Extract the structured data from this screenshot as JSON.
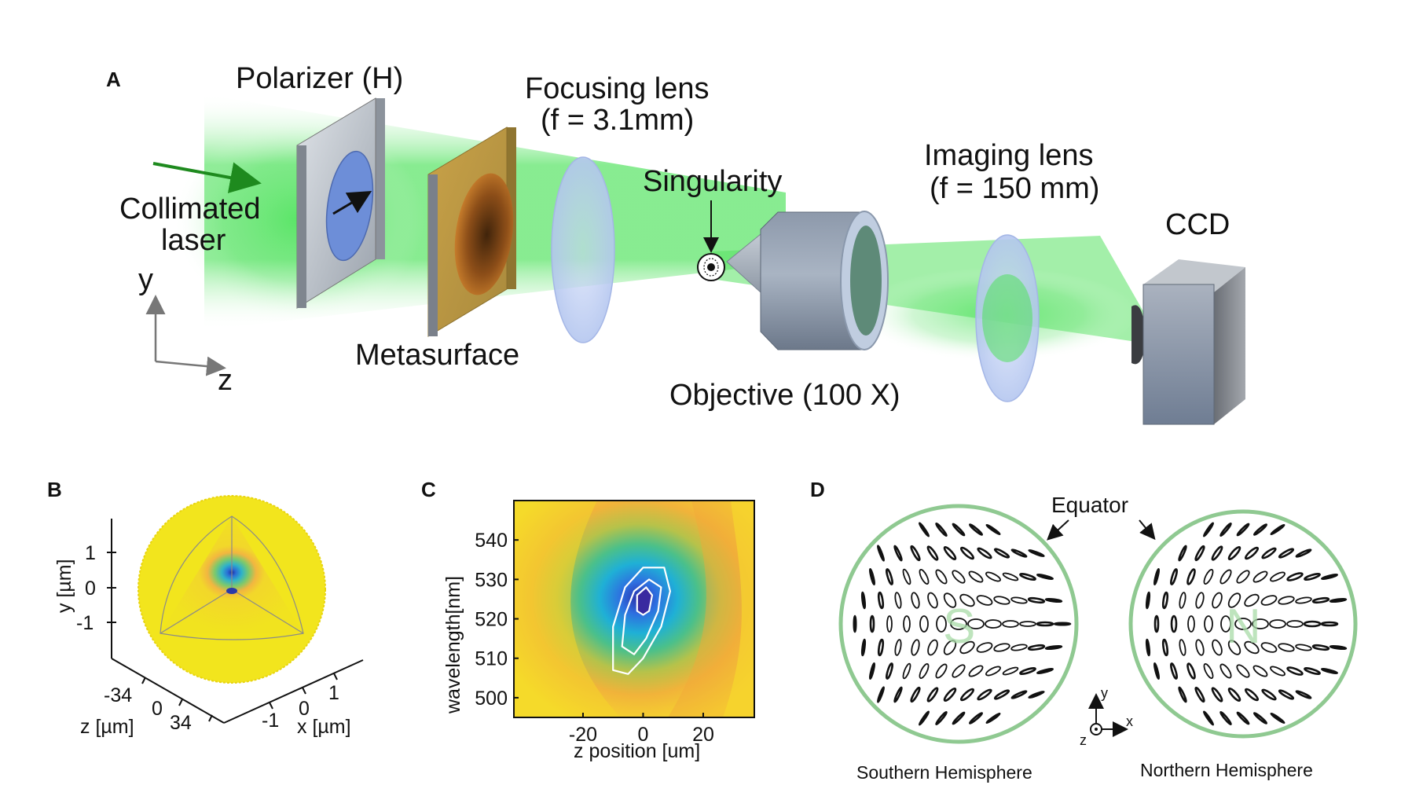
{
  "panelA": {
    "letter": "A",
    "polarizer": "Polarizer (H)",
    "collimated_1": "Collimated",
    "collimated_2": "laser",
    "metasurface": "Metasurface",
    "focusing_1": "Focusing lens",
    "focusing_2": "(f = 3.1mm)",
    "singularity": "Singularity",
    "objective": "Objective (100 X)",
    "imaging_1": "Imaging lens",
    "imaging_2": "(f = 150 mm)",
    "ccd": "CCD",
    "axis_y": "y",
    "axis_z": "z"
  },
  "panelB": {
    "letter": "B",
    "y_label": "y [µm]",
    "z_label": "z [µm]",
    "x_label": "x [µm]",
    "y_ticks": [
      "1",
      "0",
      "-1"
    ],
    "z_ticks": [
      "-34",
      "0",
      "34"
    ],
    "x_ticks": [
      "-1",
      "0",
      "1"
    ],
    "colors": {
      "outer": "#f2e51d",
      "mid": "#3fb9a4",
      "core": "#2a3aa8"
    }
  },
  "panelC": {
    "letter": "C",
    "chart_data": {
      "type": "heatmap",
      "xlabel": "z position [um]",
      "ylabel": "wavelength[nm]",
      "x_ticks": [
        -20,
        0,
        20
      ],
      "y_ticks": [
        500,
        510,
        520,
        530,
        540
      ],
      "xlim": [
        -43,
        37
      ],
      "ylim": [
        495,
        550
      ],
      "minimum": {
        "x": 0,
        "y": 524
      },
      "contours": [
        [
          [
            -10,
            507
          ],
          [
            -10,
            518
          ],
          [
            -6,
            528
          ],
          [
            0,
            533
          ],
          [
            7,
            533
          ],
          [
            9,
            527
          ],
          [
            6,
            518
          ],
          [
            0,
            510
          ],
          [
            -5,
            506
          ]
        ],
        [
          [
            -7,
            513
          ],
          [
            -6,
            521
          ],
          [
            -3,
            527
          ],
          [
            2,
            530
          ],
          [
            6,
            528
          ],
          [
            5,
            522
          ],
          [
            1,
            515
          ],
          [
            -3,
            511
          ]
        ],
        [
          [
            -2,
            522
          ],
          [
            -2,
            526
          ],
          [
            1,
            528
          ],
          [
            3,
            526
          ],
          [
            2,
            522
          ],
          [
            0,
            521
          ]
        ]
      ]
    }
  },
  "panelD": {
    "letter": "D",
    "equator": "Equator",
    "south_letter": "S",
    "north_letter": "N",
    "south_caption": "Southern Hemisphere",
    "north_caption": "Northern Hemisphere",
    "axis_x": "x",
    "axis_y": "y",
    "axis_z": "z"
  }
}
